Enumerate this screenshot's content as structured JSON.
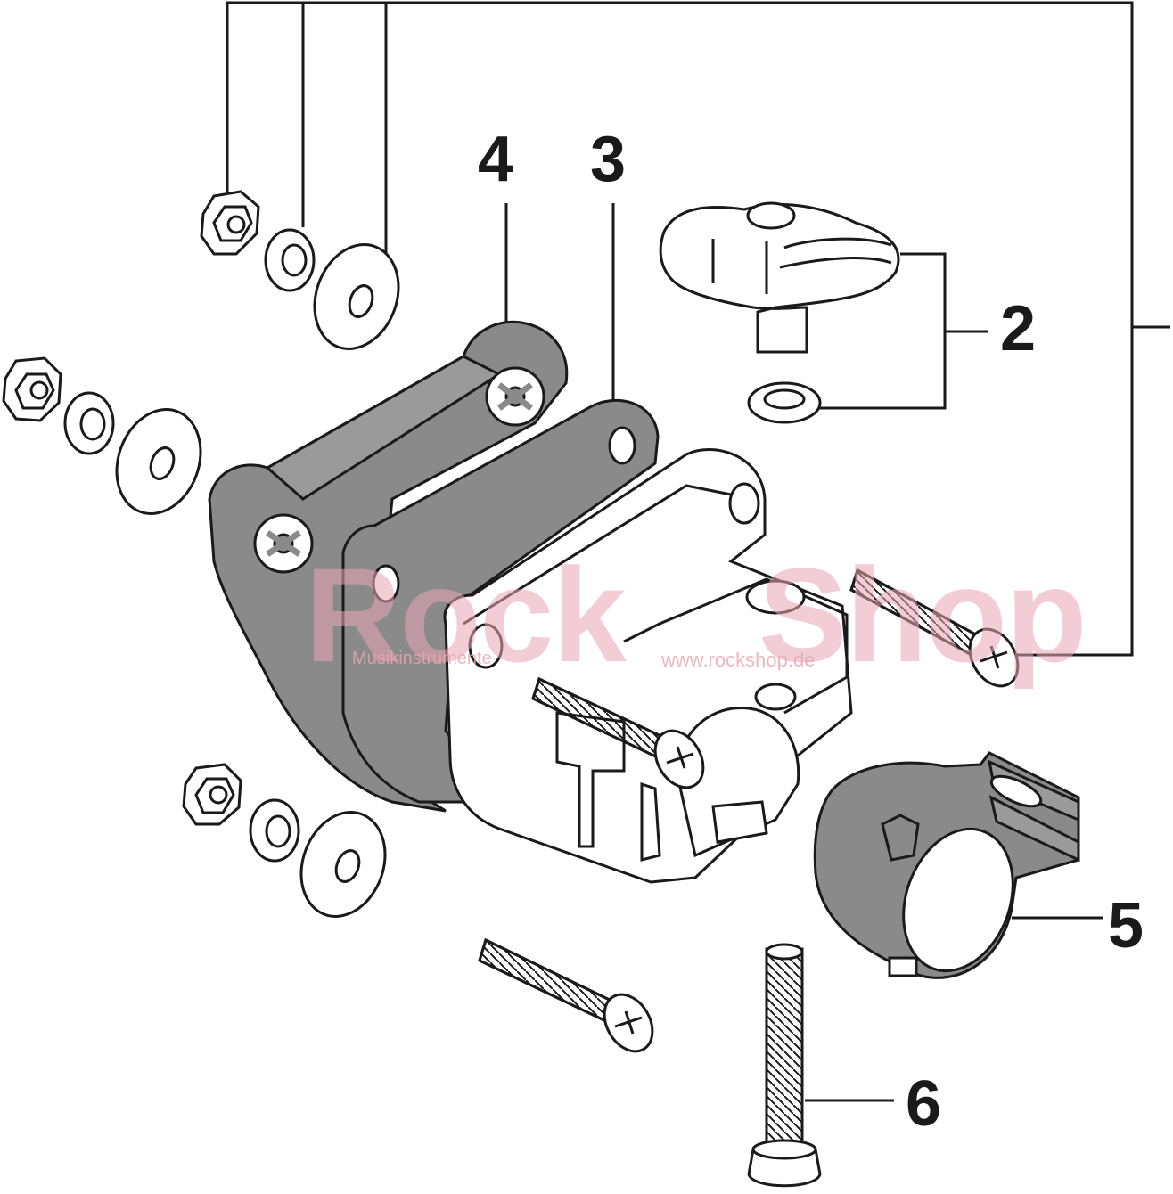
{
  "callouts": {
    "part_2": "2",
    "part_3": "3",
    "part_4": "4",
    "part_5": "5",
    "part_6": "6"
  },
  "watermark": {
    "brand_left": "Rock",
    "brand_right": "Shop",
    "tagline_left": "Musikinstrumente",
    "tagline_right": "www.rockshop.de"
  },
  "colors": {
    "line": "#1a1a1a",
    "part_fill_dark": "#8a8a8a",
    "part_fill_light": "#ffffff",
    "watermark": "#e9a6b4"
  },
  "icons": [
    "hex-nut-icon",
    "lock-washer-icon",
    "flat-washer-icon",
    "wing-knob-icon",
    "phillips-screw-icon",
    "memory-lock-clamp-icon",
    "bracket-plate-icon",
    "gasket-plate-icon",
    "clamp-block-icon",
    "bolt-icon"
  ]
}
